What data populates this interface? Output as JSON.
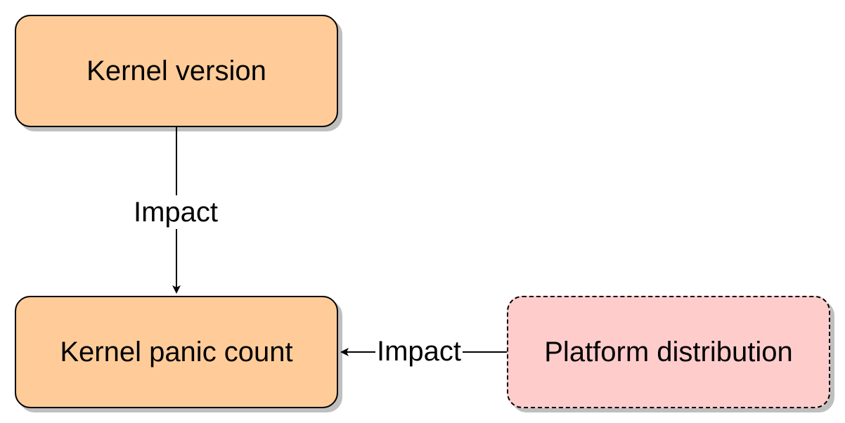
{
  "nodes": {
    "kernel_version": {
      "label": "Kernel version",
      "fill": "#FFCC99"
    },
    "kernel_panic_count": {
      "label": "Kernel panic count",
      "fill": "#FFCC99"
    },
    "platform_distribution": {
      "label": "Platform distribution",
      "fill": "#FFCCCC"
    }
  },
  "edges": [
    {
      "from": "kernel_version",
      "to": "kernel_panic_count",
      "label": "Impact"
    },
    {
      "from": "platform_distribution",
      "to": "kernel_panic_count",
      "label": "Impact"
    }
  ],
  "colors": {
    "stroke": "#000000",
    "background": "#FFFFFF"
  }
}
